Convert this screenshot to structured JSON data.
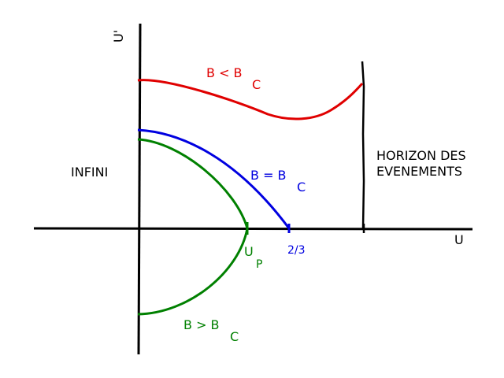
{
  "axes": {
    "x_label": "U",
    "y_label": "U'"
  },
  "labels": {
    "left_region": "INFINI",
    "horizon_line1": "HORIZON DES",
    "horizon_line2": "EVENEMENTS",
    "tick_up": "U",
    "tick_up_sub": "P",
    "tick_two_thirds": "2/3"
  },
  "curves": {
    "red": {
      "label_main": "B < B",
      "label_sub": "C",
      "color": "#ff0000"
    },
    "blue": {
      "label_main": "B = B",
      "label_sub": "C",
      "color": "#0000ff"
    },
    "green": {
      "label_main": "B > B",
      "label_sub": "C",
      "color": "#008000"
    }
  }
}
